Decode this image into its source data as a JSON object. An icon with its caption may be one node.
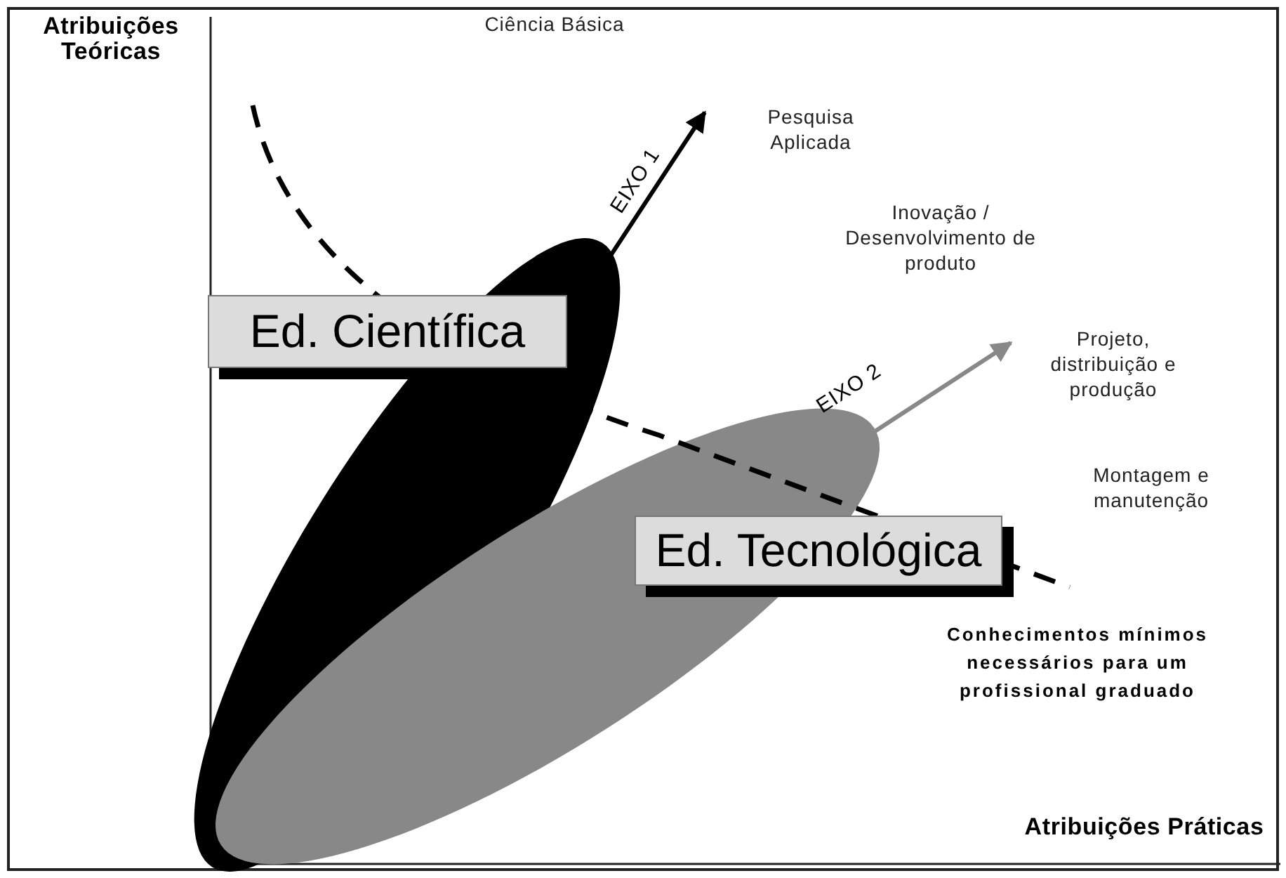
{
  "diagram": {
    "nodes": [
      {
        "text": [
          "Ed. Científica"
        ]
      },
      {
        "text": [
          "Ed. Tecnológica"
        ]
      }
    ],
    "labels": [
      "Atribuições Teóricas",
      "Ciência Básica",
      "Pesquisa Aplicada",
      "EIXO 1",
      "Inovação / Desenvolvimento de produto",
      "EIXO 2",
      "Projeto, distribuição e produção",
      "Montagem e manutenção",
      "Conhecimentos mínimos necessários para um profissional graduado",
      "Atribuições Práticas"
    ]
  }
}
